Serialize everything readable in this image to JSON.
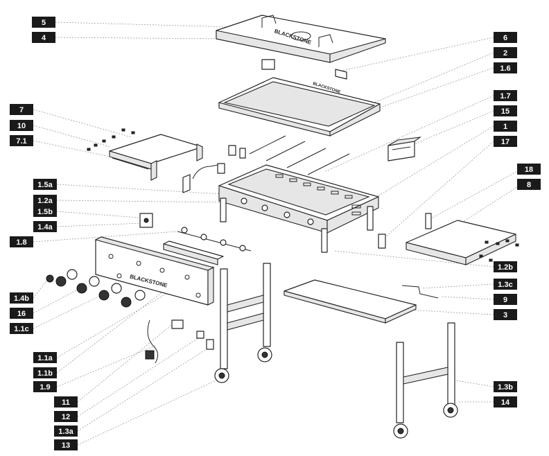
{
  "brand": "BLACKSTONE",
  "callouts": [
    {
      "id": "c5",
      "text": "5"
    },
    {
      "id": "c4",
      "text": "4"
    },
    {
      "id": "c6",
      "text": "6"
    },
    {
      "id": "c2",
      "text": "2"
    },
    {
      "id": "c16",
      "text": "1.6"
    },
    {
      "id": "c7",
      "text": "7"
    },
    {
      "id": "c10",
      "text": "10"
    },
    {
      "id": "c71",
      "text": "7.1"
    },
    {
      "id": "c17a",
      "text": "1.7"
    },
    {
      "id": "c15",
      "text": "15"
    },
    {
      "id": "c1",
      "text": "1"
    },
    {
      "id": "c17",
      "text": "17"
    },
    {
      "id": "c15a",
      "text": "1.5a"
    },
    {
      "id": "c12a",
      "text": "1.2a"
    },
    {
      "id": "c18",
      "text": "18"
    },
    {
      "id": "c8",
      "text": "8"
    },
    {
      "id": "c15b",
      "text": "1.5b"
    },
    {
      "id": "c14a",
      "text": "1.4a"
    },
    {
      "id": "c18b",
      "text": "1.8"
    },
    {
      "id": "c12b",
      "text": "1.2b"
    },
    {
      "id": "c13c",
      "text": "1.3c"
    },
    {
      "id": "c9",
      "text": "9"
    },
    {
      "id": "c3",
      "text": "3"
    },
    {
      "id": "c14b",
      "text": "1.4b"
    },
    {
      "id": "c16b",
      "text": "16"
    },
    {
      "id": "c11c",
      "text": "1.1c"
    },
    {
      "id": "c11a",
      "text": "1.1a"
    },
    {
      "id": "c11b",
      "text": "1.1b"
    },
    {
      "id": "c19",
      "text": "1.9"
    },
    {
      "id": "c11",
      "text": "11"
    },
    {
      "id": "c12",
      "text": "12"
    },
    {
      "id": "c13a",
      "text": "1.3a"
    },
    {
      "id": "c13",
      "text": "13"
    },
    {
      "id": "c13b",
      "text": "1.3b"
    },
    {
      "id": "c14",
      "text": "14"
    }
  ]
}
